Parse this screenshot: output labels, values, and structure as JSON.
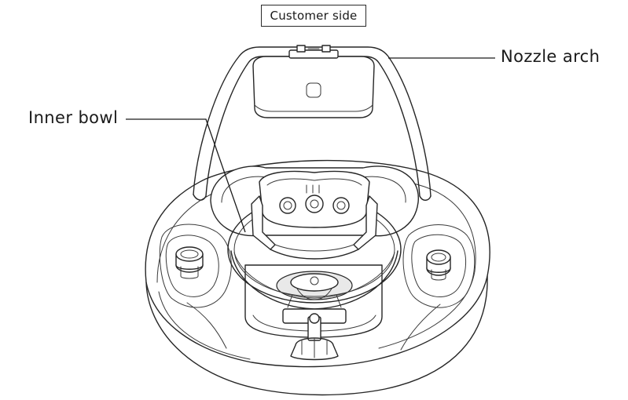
{
  "header": {
    "label": "Customer side"
  },
  "callouts": {
    "nozzle_arch": "Nozzle arch",
    "inner_bowl": "Inner bowl"
  }
}
